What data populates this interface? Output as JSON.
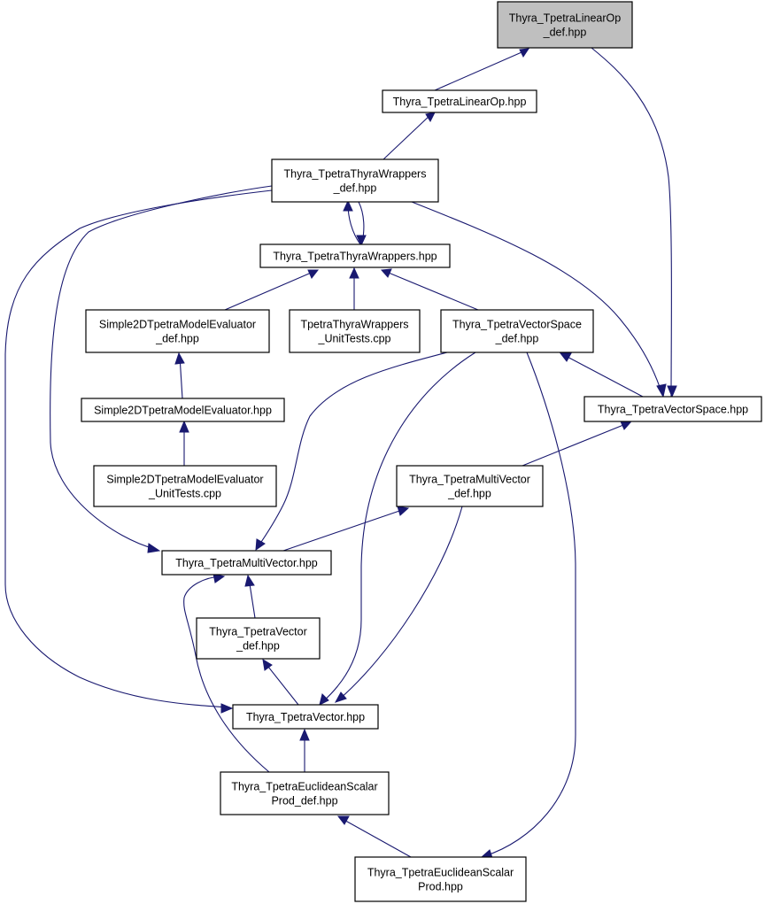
{
  "diagram": {
    "type": "include-dependency-graph",
    "nodes": [
      {
        "id": "linearop_def",
        "lines": [
          "Thyra_TpetraLinearOp",
          "_def.hpp"
        ],
        "highlighted": true
      },
      {
        "id": "linearop",
        "lines": [
          "Thyra_TpetraLinearOp.hpp"
        ]
      },
      {
        "id": "wrappers_def",
        "lines": [
          "Thyra_TpetraThyraWrappers",
          "_def.hpp"
        ]
      },
      {
        "id": "wrappers",
        "lines": [
          "Thyra_TpetraThyraWrappers.hpp"
        ]
      },
      {
        "id": "sim2d_def",
        "lines": [
          "Simple2DTpetraModelEvaluator",
          "_def.hpp"
        ]
      },
      {
        "id": "wrappers_tests",
        "lines": [
          "TpetraThyraWrappers",
          "_UnitTests.cpp"
        ]
      },
      {
        "id": "vspace_def",
        "lines": [
          "Thyra_TpetraVectorSpace",
          "_def.hpp"
        ]
      },
      {
        "id": "sim2d",
        "lines": [
          "Simple2DTpetraModelEvaluator.hpp"
        ]
      },
      {
        "id": "vspace",
        "lines": [
          "Thyra_TpetraVectorSpace.hpp"
        ]
      },
      {
        "id": "sim2d_tests",
        "lines": [
          "Simple2DTpetraModelEvaluator",
          "_UnitTests.cpp"
        ]
      },
      {
        "id": "mv_def",
        "lines": [
          "Thyra_TpetraMultiVector",
          "_def.hpp"
        ]
      },
      {
        "id": "mv",
        "lines": [
          "Thyra_TpetraMultiVector.hpp"
        ]
      },
      {
        "id": "vec_def",
        "lines": [
          "Thyra_TpetraVector",
          "_def.hpp"
        ]
      },
      {
        "id": "vec",
        "lines": [
          "Thyra_TpetraVector.hpp"
        ]
      },
      {
        "id": "esp_def",
        "lines": [
          "Thyra_TpetraEuclideanScalar",
          "Prod_def.hpp"
        ]
      },
      {
        "id": "esp",
        "lines": [
          "Thyra_TpetraEuclideanScalar",
          "Prod.hpp"
        ]
      }
    ],
    "edges": [
      {
        "from": "linearop",
        "to": "linearop_def"
      },
      {
        "from": "vspace",
        "to": "linearop_def"
      },
      {
        "from": "wrappers_def",
        "to": "linearop"
      },
      {
        "from": "wrappers",
        "to": "wrappers_def"
      },
      {
        "from": "wrappers_def",
        "to": "wrappers"
      },
      {
        "from": "wrappers_def",
        "to": "vspace"
      },
      {
        "from": "wrappers_def",
        "to": "mv"
      },
      {
        "from": "wrappers_def",
        "to": "vec"
      },
      {
        "from": "sim2d_def",
        "to": "wrappers"
      },
      {
        "from": "wrappers_tests",
        "to": "wrappers"
      },
      {
        "from": "vspace_def",
        "to": "wrappers"
      },
      {
        "from": "sim2d",
        "to": "sim2d_def"
      },
      {
        "from": "sim2d_tests",
        "to": "sim2d"
      },
      {
        "from": "vspace",
        "to": "vspace_def"
      },
      {
        "from": "vspace_def",
        "to": "mv"
      },
      {
        "from": "vspace_def",
        "to": "vec"
      },
      {
        "from": "vspace_def",
        "to": "esp"
      },
      {
        "from": "mv_def",
        "to": "vspace"
      },
      {
        "from": "mv",
        "to": "mv_def"
      },
      {
        "from": "mv_def",
        "to": "vec"
      },
      {
        "from": "vec_def",
        "to": "mv"
      },
      {
        "from": "esp_def",
        "to": "mv"
      },
      {
        "from": "vec",
        "to": "vec_def"
      },
      {
        "from": "esp_def",
        "to": "vec"
      },
      {
        "from": "esp",
        "to": "esp_def"
      }
    ]
  }
}
